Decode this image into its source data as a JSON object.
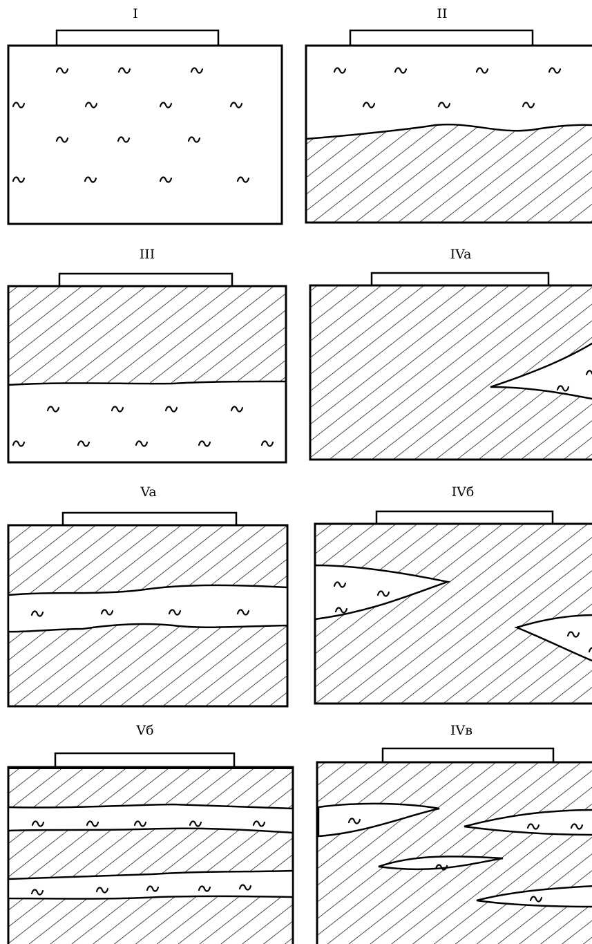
{
  "panels": [
    {
      "label": "I"
    },
    {
      "label": "II"
    },
    {
      "label": "III"
    },
    {
      "label": "IVa"
    },
    {
      "label": "Va"
    },
    {
      "label": "IVб"
    },
    {
      "label": "Vб"
    },
    {
      "label": "IVв"
    }
  ],
  "legend_symbols": {
    "hatch": "diagonal-hatch",
    "wave": "tilde-wave",
    "slab": "top-slab"
  },
  "colors": {
    "ink": "#000000",
    "paper": "#ffffff"
  }
}
